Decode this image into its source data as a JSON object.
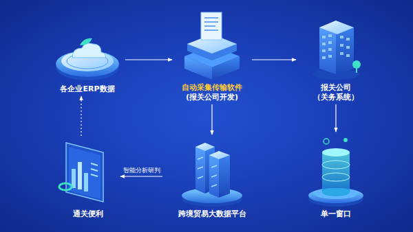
{
  "diagram": {
    "nodes": [
      {
        "text": [
          "各企业ERP数据"
        ]
      },
      {
        "text": [
          "自动采集传输软件",
          "(报关公司开发)"
        ]
      },
      {
        "text": [
          "报关公司",
          "（关务系统）"
        ]
      },
      {
        "text": [
          "通关便利"
        ]
      },
      {
        "text": [
          "跨境贸易大数据平台"
        ]
      },
      {
        "text": [
          "单一窗口"
        ]
      }
    ],
    "edges": [
      {
        "from": 0,
        "to": 1,
        "arrow": "to"
      },
      {
        "from": 1,
        "to": 2,
        "arrow": "to"
      },
      {
        "from": 1,
        "to": 4,
        "arrow": "to"
      },
      {
        "from": 2,
        "to": 5,
        "arrow": "to"
      },
      {
        "from": 4,
        "to": 3,
        "label": "智能分析研判",
        "arrow": "to"
      },
      {
        "from": 3,
        "to": 0,
        "arrow": "to"
      }
    ]
  }
}
